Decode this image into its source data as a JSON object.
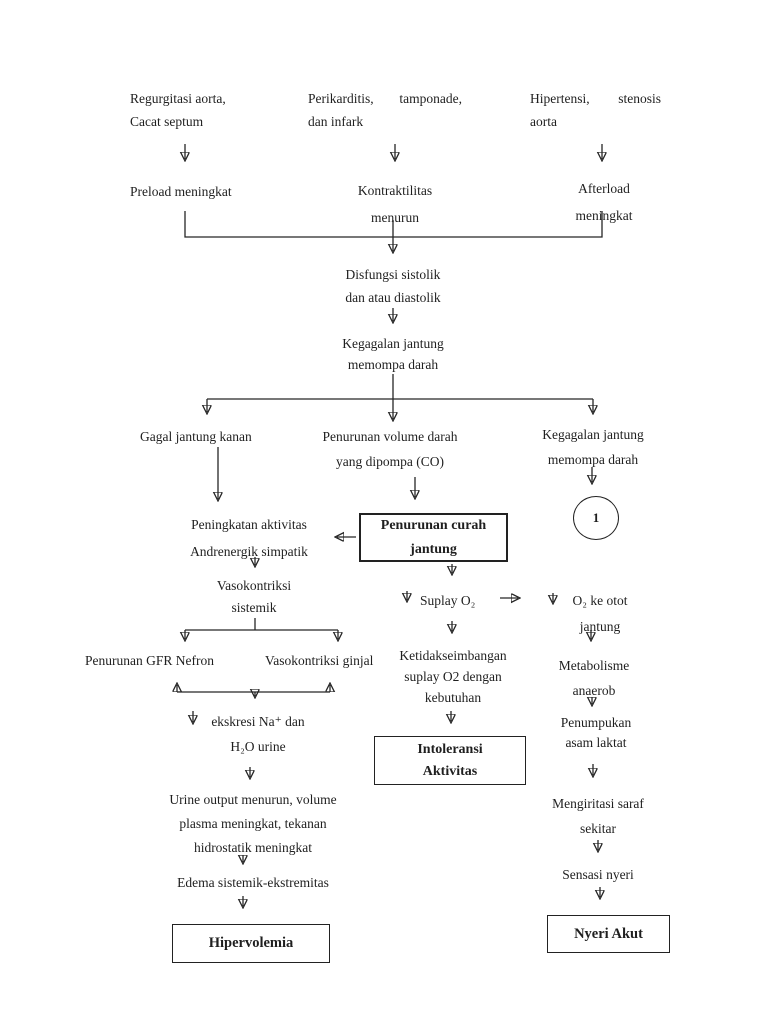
{
  "title": "Pathophysiology flowchart of heart failure (gagal jantung) - Indonesian",
  "colors": {
    "background": "#ffffff",
    "text": "#1f1f1f",
    "line": "#262626",
    "box_border": "#222222"
  },
  "nodes": {
    "causes1": "Regurgitasi aorta,\nCacat septum",
    "causes2": {
      "line1": "Perikarditis, tamponade,",
      "line2": "dan infark"
    },
    "causes3": {
      "line1": "Hipertensi, stenosis",
      "line2": "aorta"
    },
    "preload": "Preload meningkat",
    "kontraktilitas": "Kontraktilitas\nmenurun",
    "afterload": "Afterload\nmeningkat",
    "disfungsi": "Disfungsi sistolik\ndan atau diastolik",
    "kegagalan1": "Kegagalan jantung\nmemompa darah",
    "gagal_kanan": "Gagal jantung kanan",
    "penurunan_volume": "Penurunan volume darah\nyang dipompa (CO)",
    "kegagalan2": "Kegagalan jantung\nmemompa darah",
    "circle_ref": "1",
    "peningkatan": "Peningkatan aktivitas\nAndrenergik simpatik",
    "penurunan_curah": "Penurunan curah\njantung",
    "vaso_sistemik": "Vasokontriksi\nsistemik",
    "gfr": "Penurunan GFR Nefron",
    "vaso_ginjal": "Vasokontriksi ginjal",
    "ekskresi": "ekskresi Na⁺ dan\nH₂O urine",
    "urine_output": "Urine output menurun, volume\nplasma meningkat, tekanan\nhidrostatik meningkat",
    "edema": "Edema sistemik-ekstremitas",
    "hipervolemia": "Hipervolemia",
    "suplay_o2": "Suplay O₂",
    "ketidakseimbangan": "Ketidakseimbangan\nsuplay O2 dengan\nkebutuhan",
    "intoleransi": "Intoleransi\nAktivitas",
    "o2_ke_otot": "O₂ ke otot\njantung",
    "metabolisme": "Metabolisme\nanaerob",
    "penumpukan": "Penumpukan\nasam laktat",
    "mengiritasi": "Mengiritasi saraf\nsekitar",
    "sensasi": "Sensasi nyeri",
    "nyeri_akut": "Nyeri Akut"
  }
}
